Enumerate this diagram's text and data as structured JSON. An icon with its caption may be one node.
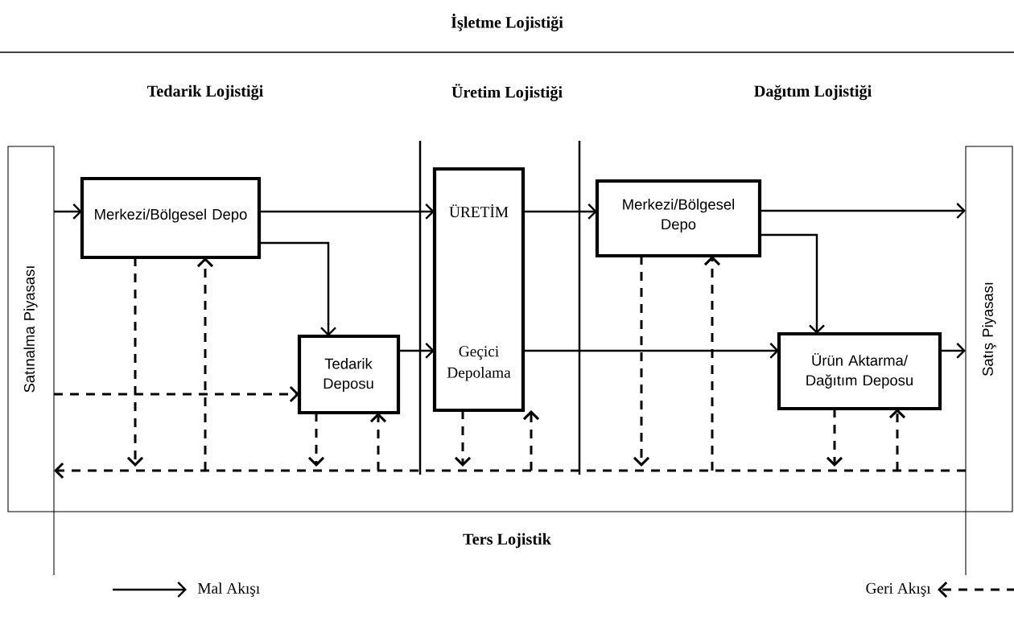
{
  "diagram": {
    "title": "İşletme Lojistiği",
    "nodes": [
      {
        "text": [
          "Satınalma Piyasası"
        ]
      },
      {
        "text": [
          "Merkezi/Bölgesel Depo"
        ]
      },
      {
        "text": [
          "Tedarik Deposu"
        ]
      },
      {
        "text": [
          "ÜRETİM",
          "Geçici Depolama"
        ]
      },
      {
        "text": [
          "Merkezi/Bölgesel Depo"
        ]
      },
      {
        "text": [
          "Ürün Aktarma/ Dağıtım Deposu"
        ]
      },
      {
        "text": [
          "Satış Piyasası"
        ]
      }
    ],
    "edges": [
      {
        "from": 0,
        "to": 1,
        "arrow": "to"
      },
      {
        "from": 1,
        "to": 3,
        "arrow": "to"
      },
      {
        "from": 1,
        "to": 2,
        "arrow": "to"
      },
      {
        "from": 2,
        "to": 3,
        "arrow": "to"
      },
      {
        "from": 3,
        "to": 4,
        "arrow": "to"
      },
      {
        "from": 4,
        "to": 6,
        "arrow": "to"
      },
      {
        "from": 4,
        "to": 5,
        "arrow": "to"
      },
      {
        "from": 3,
        "to": 5,
        "arrow": "to"
      },
      {
        "from": 5,
        "to": 6,
        "arrow": "to"
      },
      {
        "from": 0,
        "to": 2,
        "arrow": "to",
        "style": "dashed"
      },
      {
        "from": 6,
        "to": 0,
        "arrow": "to",
        "style": "dashed"
      },
      {
        "from": 1,
        "to": null,
        "arrow": "to",
        "style": "dashed"
      },
      {
        "from": 2,
        "to": null,
        "arrow": "to",
        "style": "dashed"
      },
      {
        "from": 3,
        "to": null,
        "arrow": "to",
        "style": "dashed"
      },
      {
        "from": 4,
        "to": null,
        "arrow": "to",
        "style": "dashed"
      },
      {
        "from": 5,
        "to": null,
        "arrow": "to",
        "style": "dashed"
      },
      {
        "from": null,
        "to": 1,
        "arrow": "to",
        "style": "dashed"
      },
      {
        "from": null,
        "to": 2,
        "arrow": "to",
        "style": "dashed"
      },
      {
        "from": null,
        "to": 3,
        "arrow": "to",
        "style": "dashed"
      },
      {
        "from": null,
        "to": 4,
        "arrow": "to",
        "style": "dashed"
      },
      {
        "from": null,
        "to": 5,
        "arrow": "to",
        "style": "dashed"
      }
    ],
    "labels": [
      "Tedarik Lojistiği",
      "Üretim Lojistiği",
      "Dağıtım Lojistiği",
      "Ters Lojistik"
    ],
    "legend": [
      {
        "text": "Mal Akışı"
      },
      {
        "text": "Geri Akışı"
      }
    ]
  }
}
